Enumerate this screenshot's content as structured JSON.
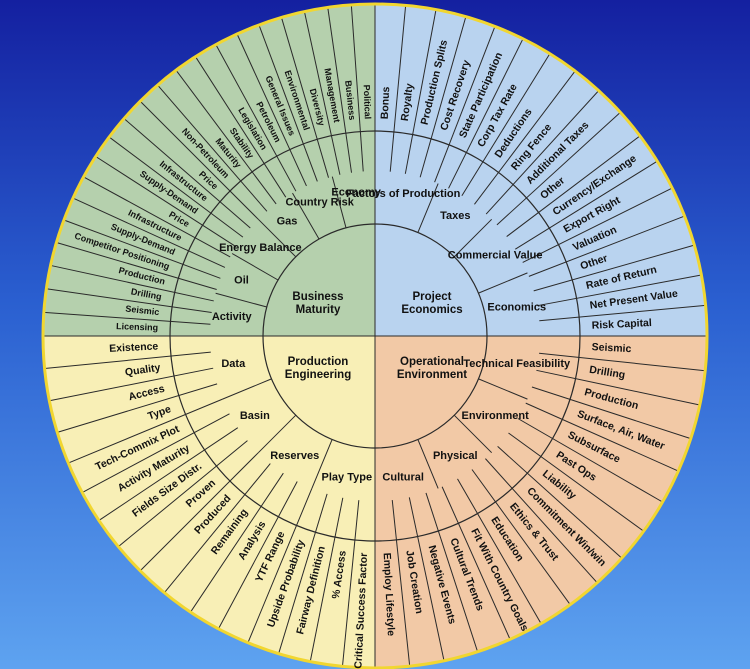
{
  "colors": {
    "business_maturity": "#b5d0ad",
    "project_economics": "#b9d3ef",
    "production_engineering": "#f8efb6",
    "operational_environment": "#f2c9a6",
    "rim": "#f1d630",
    "line": "#2a2a2a"
  },
  "quadrants": {
    "business_maturity": {
      "hub": [
        "Business",
        "Maturity"
      ],
      "mid": [
        "Activity",
        "Oil",
        "Energy Balance",
        "Gas",
        "Country Risk",
        "Economy"
      ],
      "outer": [
        "Licensing",
        "Seismic",
        "Drilling",
        "Production",
        "Competitor Positioning",
        "Supply-Demand",
        "Infrastructure",
        "Price",
        "Supply-Demand",
        "Infrastructure",
        "Price",
        "Non-Petroleum",
        "Maturity",
        "Stability",
        "Legislation",
        "Petroleum",
        "General Issues",
        "Environmental",
        "Diversity",
        "Management",
        "Business",
        "Political"
      ]
    },
    "project_economics": {
      "hub": [
        "Project",
        "Economics"
      ],
      "mid": [
        "Factors of Production",
        "Taxes",
        "Commercial Value",
        "Economics"
      ],
      "outer": [
        "Bonus",
        "Royalty",
        "Production Splits",
        "Cost Recovery",
        "State Participation",
        "Corp Tax Rate",
        "Deductions",
        "Ring Fence",
        "Additional Taxes",
        "Other",
        "Currency/Exchange",
        "Export Right",
        "Valuation",
        "Other",
        "Rate of Return",
        "Net Present Value",
        "Risk Capital"
      ]
    },
    "production_engineering": {
      "hub": [
        "Production",
        "Engineering"
      ],
      "mid": [
        "Data",
        "Basin",
        "Reserves",
        "Play Type"
      ],
      "outer": [
        "Existence",
        "Quality",
        "Access",
        "Type",
        "Tech-Commix Plot",
        "Activity Maturity",
        "Fields Size Distr.",
        "Proven",
        "Produced",
        "Remaining",
        "Analysis",
        "YTF Range",
        "Upside Probability",
        "Fairway Definition",
        "% Access",
        "Critical Success Factor"
      ]
    },
    "operational_environment": {
      "hub": [
        "Operational",
        "Environment"
      ],
      "mid": [
        "Technical Feasibility",
        "Environment",
        "Physical",
        "Cultural"
      ],
      "outer": [
        "Seismic",
        "Drilling",
        "Production",
        "Surface, Air, Water",
        "Subsurface",
        "Past Ops",
        "Liability",
        "Commitment Win/win",
        "Ethics & Trust",
        "Education",
        "Fit With Country Goals",
        "Cultural Trends",
        "Negative Events",
        "Job Creation",
        "Employ Lifestyle"
      ]
    }
  }
}
